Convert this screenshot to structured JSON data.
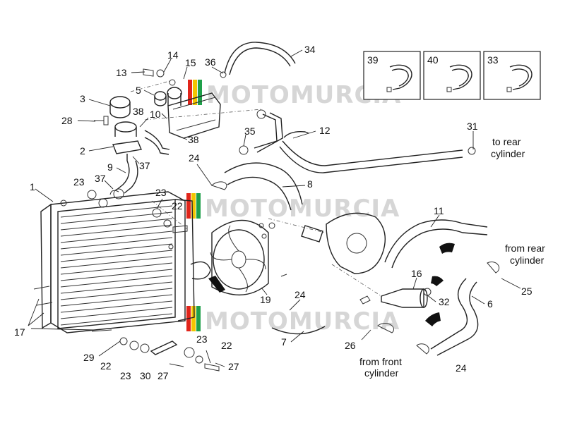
{
  "callouts": [
    {
      "id": "c1",
      "text": "1"
    },
    {
      "id": "c2",
      "text": "2"
    },
    {
      "id": "c3",
      "text": "3"
    },
    {
      "id": "c5",
      "text": "5"
    },
    {
      "id": "c6",
      "text": "6"
    },
    {
      "id": "c7",
      "text": "7"
    },
    {
      "id": "c8",
      "text": "8"
    },
    {
      "id": "c9",
      "text": "9"
    },
    {
      "id": "c10",
      "text": "10"
    },
    {
      "id": "c11",
      "text": "11"
    },
    {
      "id": "c12",
      "text": "12"
    },
    {
      "id": "c13",
      "text": "13"
    },
    {
      "id": "c14",
      "text": "14"
    },
    {
      "id": "c15",
      "text": "15"
    },
    {
      "id": "c16",
      "text": "16"
    },
    {
      "id": "c17",
      "text": "17"
    },
    {
      "id": "c19",
      "text": "19"
    },
    {
      "id": "c22a",
      "text": "22"
    },
    {
      "id": "c22b",
      "text": "22"
    },
    {
      "id": "c22c",
      "text": "22"
    },
    {
      "id": "c23a",
      "text": "23"
    },
    {
      "id": "c23b",
      "text": "23"
    },
    {
      "id": "c23c",
      "text": "23"
    },
    {
      "id": "c23d",
      "text": "23"
    },
    {
      "id": "c24a",
      "text": "24"
    },
    {
      "id": "c24b",
      "text": "24"
    },
    {
      "id": "c24c",
      "text": "24"
    },
    {
      "id": "c25",
      "text": "25"
    },
    {
      "id": "c26",
      "text": "26"
    },
    {
      "id": "c27a",
      "text": "27"
    },
    {
      "id": "c27b",
      "text": "27"
    },
    {
      "id": "c28",
      "text": "28"
    },
    {
      "id": "c29",
      "text": "29"
    },
    {
      "id": "c30",
      "text": "30"
    },
    {
      "id": "c31",
      "text": "31"
    },
    {
      "id": "c32",
      "text": "32"
    },
    {
      "id": "c34",
      "text": "34"
    },
    {
      "id": "c35",
      "text": "35"
    },
    {
      "id": "c36",
      "text": "36"
    },
    {
      "id": "c37a",
      "text": "37"
    },
    {
      "id": "c37b",
      "text": "37"
    },
    {
      "id": "c38a",
      "text": "38"
    },
    {
      "id": "c38b",
      "text": "38"
    }
  ],
  "boxes": [
    {
      "id": "b39",
      "text": "39"
    },
    {
      "id": "b40",
      "text": "40"
    },
    {
      "id": "b33",
      "text": "33"
    }
  ],
  "notes": {
    "rear_top_1": "to rear",
    "rear_top_2": "cylinder",
    "rear_right_1": "from rear",
    "rear_right_2": "cylinder",
    "front_1": "from front",
    "front_2": "cylinder"
  },
  "watermark": "MOTOMURCIA",
  "colors": {
    "line": "#222222",
    "watermark": "#cfcfcf",
    "wm_red": "#e1251b",
    "wm_green": "#1fa04a",
    "wm_yellow": "#f2c500"
  }
}
